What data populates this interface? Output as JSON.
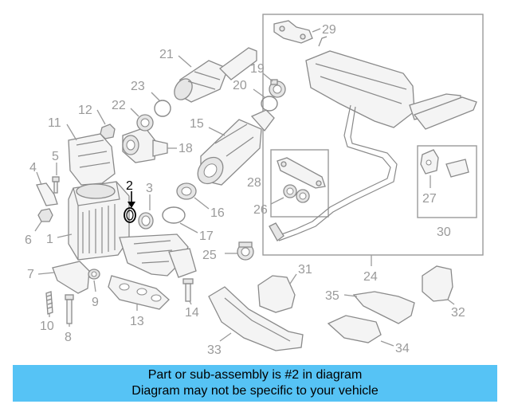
{
  "diagram": {
    "highlighted_part": "2",
    "accent_color": "#000000",
    "part_color": "#9a9a9a",
    "labels": {
      "p1": "1",
      "p2": "2",
      "p3": "3",
      "p4": "4",
      "p5": "5",
      "p6": "6",
      "p7": "7",
      "p8": "8",
      "p9": "9",
      "p10": "10",
      "p11": "11",
      "p12": "12",
      "p13": "13",
      "p14": "14",
      "p15": "15",
      "p16": "16",
      "p17": "17",
      "p18": "18",
      "p19": "19",
      "p20": "20",
      "p21": "21",
      "p22": "22",
      "p23": "23",
      "p24": "24",
      "p25": "25",
      "p26": "26",
      "p27": "27",
      "p28": "28",
      "p29": "29",
      "p30": "30",
      "p31": "31",
      "p32": "32",
      "p33": "33",
      "p34": "34",
      "p35": "35"
    }
  },
  "banner": {
    "color": "#56c3f5",
    "line1": "Part or sub-assembly is #2 in diagram",
    "line2": "Diagram may not be specific to your vehicle"
  }
}
